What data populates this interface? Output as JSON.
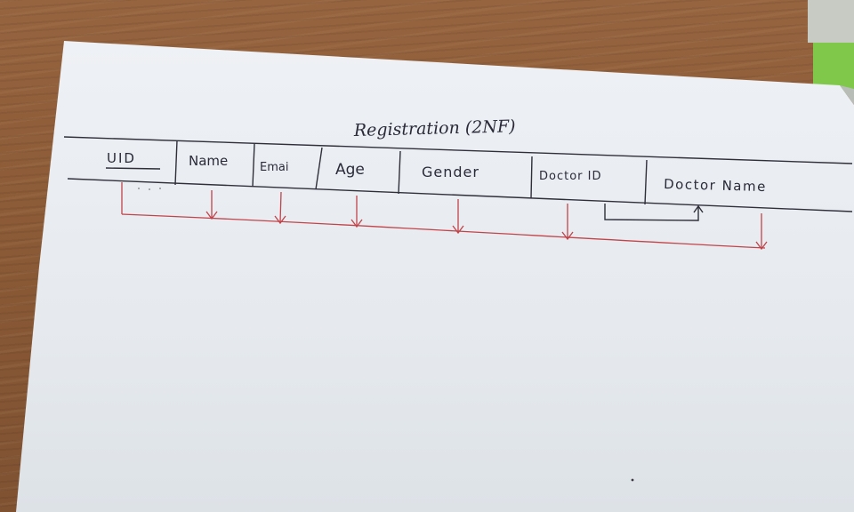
{
  "diagram": {
    "title": "Registration (2NF)",
    "columns": [
      {
        "label": "UID",
        "primary_key": true
      },
      {
        "label": "Name"
      },
      {
        "label": "Emai"
      },
      {
        "label": "Age"
      },
      {
        "label": "Gender"
      },
      {
        "label": "Doctor ID"
      },
      {
        "label": "Doctor Name"
      }
    ],
    "colors": {
      "ink": "#2a2a38",
      "dependency_arrows": "#c0444a",
      "paper": "#e9edf1",
      "desk": "#8b5a36"
    }
  }
}
